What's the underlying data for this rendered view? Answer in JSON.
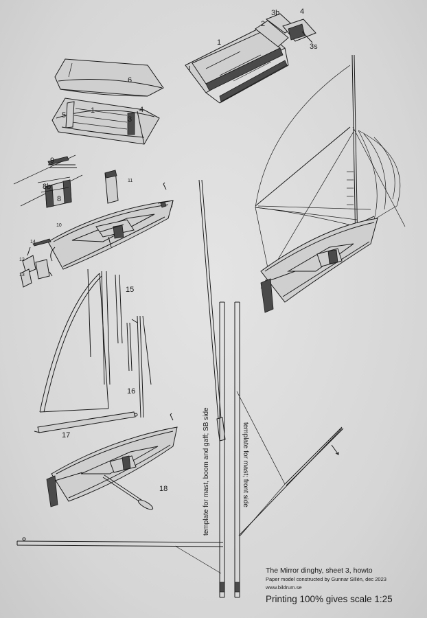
{
  "labels": {
    "l1": "1",
    "l2": "2",
    "l3b": "3b",
    "l4": "4",
    "l3s": "3s",
    "l6": "6",
    "l5": "5",
    "l1b": "1",
    "l3": "3",
    "l4b": "4",
    "l9": "9",
    "l8b": "8b",
    "l8": "8",
    "l11": "11",
    "l10": "10",
    "l14": "14",
    "l12": "12",
    "l13": "13",
    "l15": "15",
    "l16": "16",
    "l17": "17",
    "l18": "18"
  },
  "templates": {
    "mast_boom_gaff": "template for mast, boom and gaff; SB side",
    "mast_front": "template for mast; front side"
  },
  "credits": {
    "title": "The Mirror dinghy, sheet 3, howto",
    "author": "Paper model constructed by Gunnar Sillén, dec 2023",
    "website": "www.bildrum.se",
    "scale_note": "Printing 100% gives scale 1:25"
  }
}
